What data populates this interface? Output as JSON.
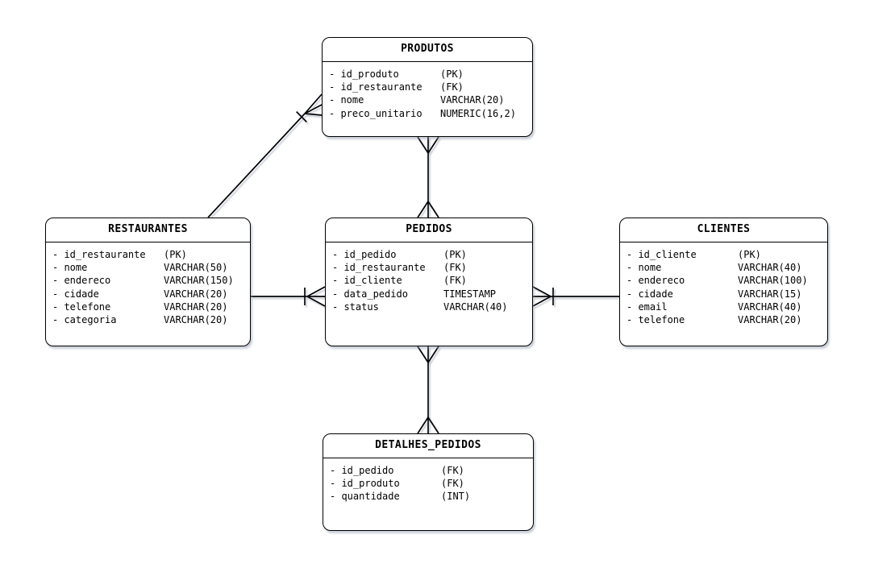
{
  "colors": {
    "background": "#ffffff",
    "stroke": "#000000",
    "entity_fill": "#ffffff",
    "shadow": "#8c96aa"
  },
  "entities": [
    {
      "name": "PRODUTOS",
      "attributes": [
        {
          "name": "id_produto",
          "type": "(PK)"
        },
        {
          "name": "id_restaurante",
          "type": "(FK)"
        },
        {
          "name": "nome",
          "type": "VARCHAR(20)"
        },
        {
          "name": "preco_unitario",
          "type": "NUMERIC(16,2)"
        }
      ]
    },
    {
      "name": "RESTAURANTES",
      "attributes": [
        {
          "name": "id_restaurante",
          "type": "(PK)"
        },
        {
          "name": "nome",
          "type": "VARCHAR(50)"
        },
        {
          "name": "endereco",
          "type": "VARCHAR(150)"
        },
        {
          "name": "cidade",
          "type": "VARCHAR(20)"
        },
        {
          "name": "telefone",
          "type": "VARCHAR(20)"
        },
        {
          "name": "categoria",
          "type": "VARCHAR(20)"
        }
      ]
    },
    {
      "name": "PEDIDOS",
      "attributes": [
        {
          "name": "id_pedido",
          "type": "(PK)"
        },
        {
          "name": "id_restaurante",
          "type": "(FK)"
        },
        {
          "name": "id_cliente",
          "type": "(FK)"
        },
        {
          "name": "data_pedido",
          "type": "TIMESTAMP"
        },
        {
          "name": "status",
          "type": "VARCHAR(40)"
        }
      ]
    },
    {
      "name": "CLIENTES",
      "attributes": [
        {
          "name": "id_cliente",
          "type": "(PK)"
        },
        {
          "name": "nome",
          "type": "VARCHAR(40)"
        },
        {
          "name": "endereco",
          "type": "VARCHAR(100)"
        },
        {
          "name": "cidade",
          "type": "VARCHAR(15)"
        },
        {
          "name": "email",
          "type": "VARCHAR(40)"
        },
        {
          "name": "telefone",
          "type": "VARCHAR(20)"
        }
      ]
    },
    {
      "name": "DETALHES_PEDIDOS",
      "attributes": [
        {
          "name": "id_pedido",
          "type": "(FK)"
        },
        {
          "name": "id_produto",
          "type": "(FK)"
        },
        {
          "name": "quantidade",
          "type": "(INT)"
        }
      ]
    }
  ],
  "relationships": [
    {
      "from": "RESTAURANTES",
      "to": "PRODUTOS",
      "from_end": "plain",
      "to_end": "tick-crows-foot"
    },
    {
      "from": "PRODUTOS",
      "to": "PEDIDOS",
      "from_end": "crows-foot",
      "to_end": "crows-foot"
    },
    {
      "from": "RESTAURANTES",
      "to": "PEDIDOS",
      "from_end": "plain",
      "to_end": "tick-crows-foot"
    },
    {
      "from": "CLIENTES",
      "to": "PEDIDOS",
      "from_end": "plain",
      "to_end": "tick-crows-foot"
    },
    {
      "from": "PEDIDOS",
      "to": "DETALHES_PEDIDOS",
      "from_end": "crows-foot",
      "to_end": "crows-foot"
    }
  ]
}
